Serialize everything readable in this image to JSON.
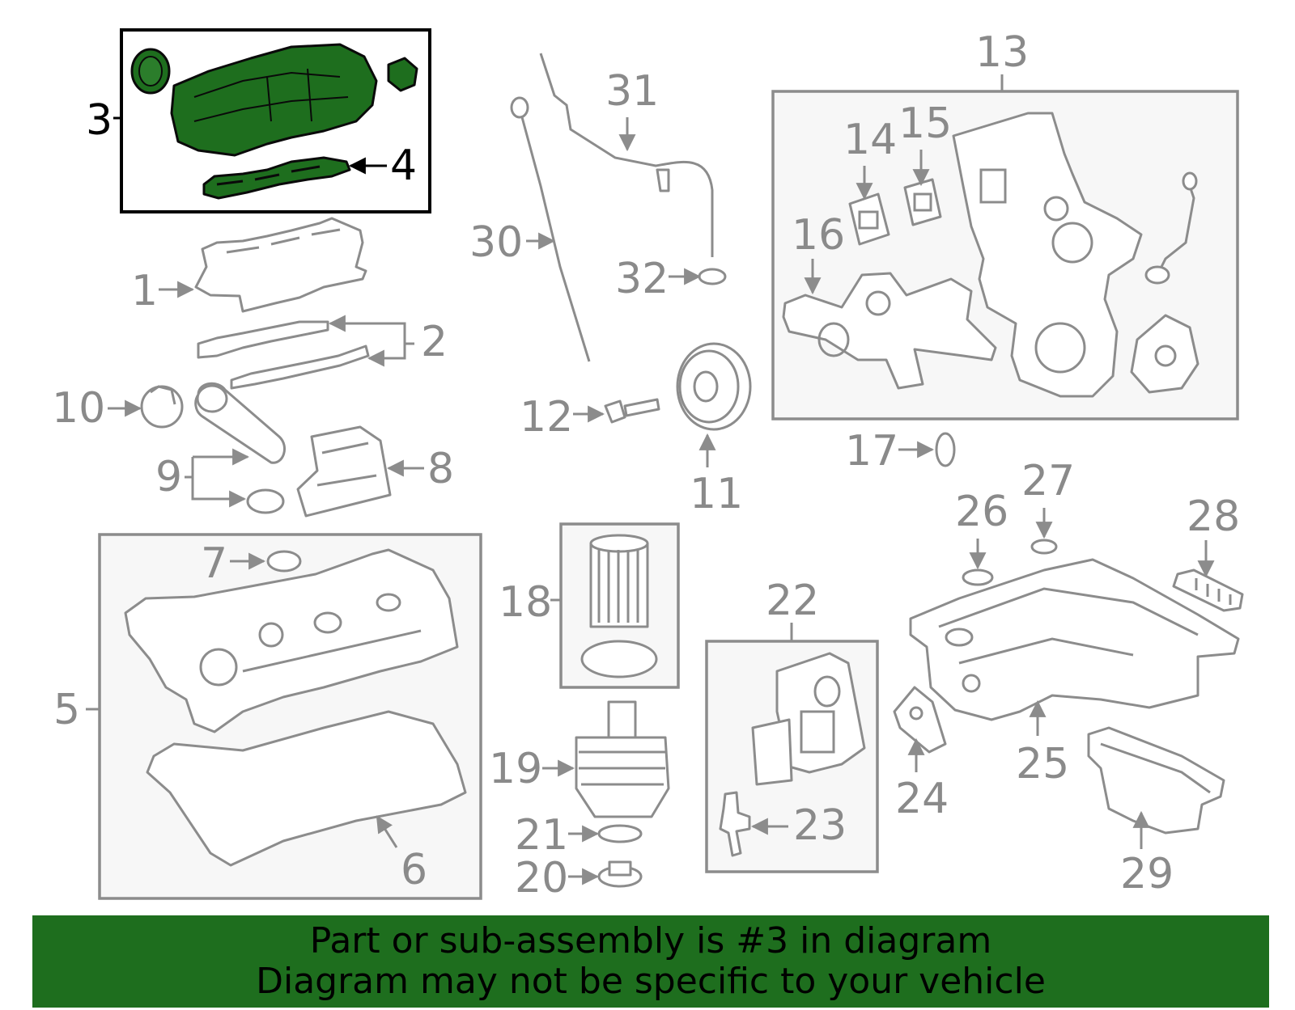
{
  "colors": {
    "highlight": "#1e6e1e",
    "line": "#8c8c8c",
    "active_line": "#000000",
    "banner_background": "#1e6e1e"
  },
  "callouts": {
    "c1": "1",
    "c2": "2",
    "c3": "3",
    "c4": "4",
    "c5": "5",
    "c6": "6",
    "c7": "7",
    "c8": "8",
    "c9": "9",
    "c10": "10",
    "c11": "11",
    "c12": "12",
    "c13": "13",
    "c14": "14",
    "c15": "15",
    "c16": "16",
    "c17": "17",
    "c18": "18",
    "c19": "19",
    "c20": "20",
    "c21": "21",
    "c22": "22",
    "c23": "23",
    "c24": "24",
    "c25": "25",
    "c26": "26",
    "c27": "27",
    "c28": "28",
    "c29": "29",
    "c30": "30",
    "c31": "31",
    "c32": "32"
  },
  "highlighted_part": "3",
  "banner": {
    "line1": "Part or sub-assembly is #3 in diagram",
    "line2": "Diagram may not be specific to your vehicle"
  }
}
